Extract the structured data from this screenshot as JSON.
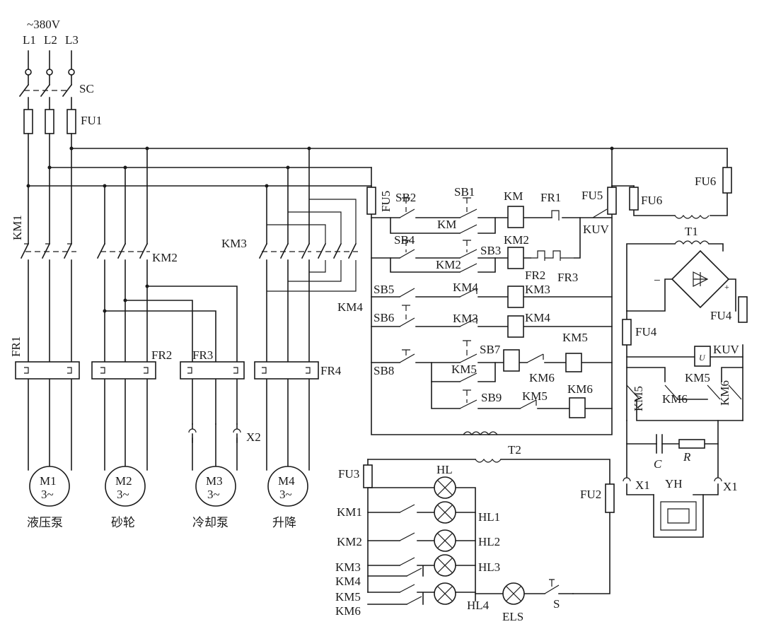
{
  "supply": {
    "voltage": "~380V",
    "phases": [
      "L1",
      "L2",
      "L3"
    ]
  },
  "labels": {
    "SC": "SC",
    "FU1": "FU1",
    "FU2": "FU2",
    "FU3": "FU3",
    "FU4": "FU4",
    "FU5": "FU5",
    "FU6": "FU6",
    "KM1": "KM1",
    "KM2": "KM2",
    "KM3": "KM3",
    "KM4": "KM4",
    "KM5": "KM5",
    "KM6": "KM6",
    "KM": "KM",
    "FR1": "FR1",
    "FR2": "FR2",
    "FR3": "FR3",
    "FR4": "FR4",
    "SB1": "SB1",
    "SB2": "SB2",
    "SB3": "SB3",
    "SB4": "SB4",
    "SB5": "SB5",
    "SB6": "SB6",
    "SB7": "SB7",
    "SB8": "SB8",
    "SB9": "SB9",
    "KUV": "KUV",
    "T1": "T1",
    "T2": "T2",
    "X1": "X1",
    "X2": "X2",
    "YH": "YH",
    "C": "C",
    "R": "R",
    "U": "U",
    "HL": "HL",
    "HL1": "HL1",
    "HL2": "HL2",
    "HL3": "HL3",
    "HL4": "HL4",
    "ELS": "ELS",
    "S": "S"
  },
  "motors": [
    {
      "name": "M1",
      "type": "3~",
      "caption": "液压泵"
    },
    {
      "name": "M2",
      "type": "3~",
      "caption": "砂轮"
    },
    {
      "name": "M3",
      "type": "3~",
      "caption": "冷却泵"
    },
    {
      "name": "M4",
      "type": "3~",
      "caption": "升降"
    }
  ]
}
